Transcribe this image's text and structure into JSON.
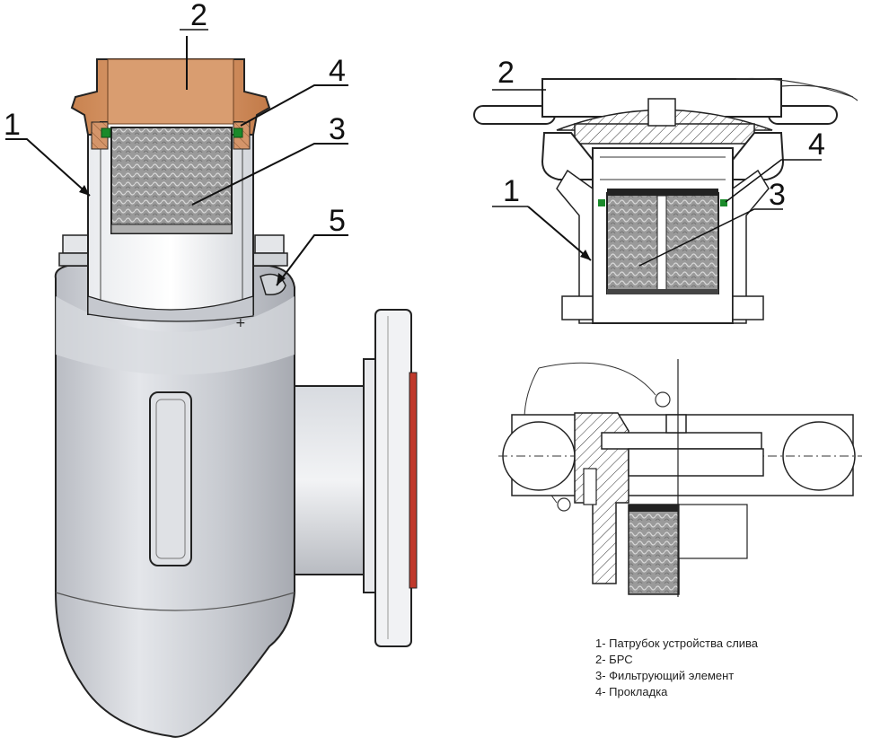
{
  "callouts": {
    "left": [
      "1",
      "2",
      "3",
      "4",
      "5"
    ],
    "top_right": [
      "1",
      "2",
      "3",
      "4"
    ]
  },
  "legend": [
    "1- Патрубок устройства слива",
    "2- БРС",
    "3- Фильтрующий элемент",
    "4- Прокладка"
  ],
  "colors": {
    "body_gray": "#c9ccd2",
    "coupling_bronze": "#d4956a",
    "mesh": "#8f8f8f",
    "seal": "#1a8a2a",
    "flange_red": "#c0392b"
  }
}
